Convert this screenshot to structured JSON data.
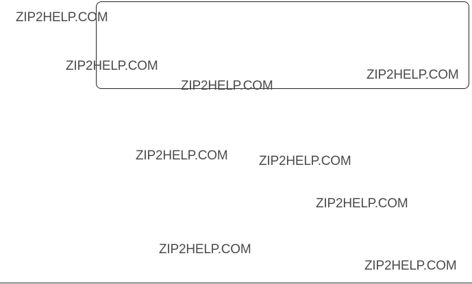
{
  "watermarks": [
    "ZIP2HELP.COM",
    "ZIP2HELP.COM",
    "ZIP2HELP.COM",
    "ZIP2HELP.COM",
    "ZIP2HELP.COM",
    "ZIP2HELP.COM",
    "ZIP2HELP.COM",
    "ZIP2HELP.COM",
    "ZIP2HELP.COM"
  ],
  "colors": {
    "watermark": "#4a4a4a",
    "frame": "#222222",
    "background": "#ffffff"
  }
}
